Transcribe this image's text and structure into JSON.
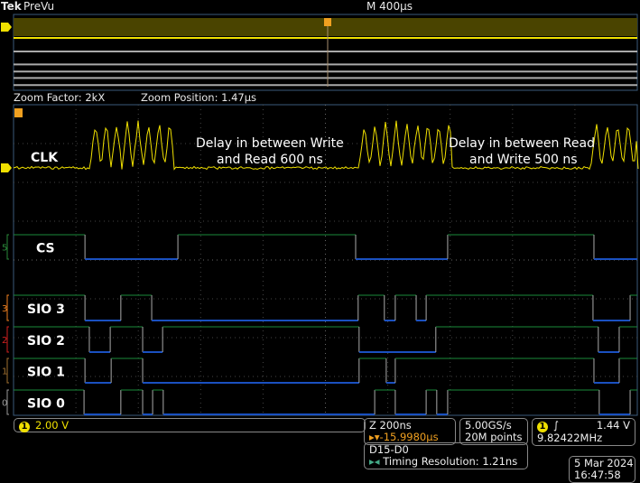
{
  "header": {
    "brand": "Tek",
    "mode": "PreVu",
    "timebase": "M 400µs"
  },
  "zoom_info": {
    "factor": "Zoom Factor: 2kX",
    "position": "Zoom Position: 1.47µs"
  },
  "status": {
    "ch1_num": "1",
    "ch1_scale": "2.00 V",
    "zoom_scale": "Z 200ns",
    "trigger_pos": "▸▾-15.9980µs",
    "sample_rate": "5.00GS/s",
    "record_length": "20M points",
    "trig_ch": "1",
    "trig_slope": "∫",
    "trig_level": "1.44 V",
    "frequency": "9.82422MHz",
    "digital_group": "D15-D0",
    "timing_resolution": "Timing Resolution: 1.21ns",
    "date": "5 Mar 2024",
    "time": "16:47:58"
  },
  "colors": {
    "ch1": "#f0e000",
    "high": "#1a8a3a",
    "low": "#1a50c0",
    "trigger": "#f0a020"
  },
  "chart_data": {
    "type": "line",
    "title": "Oscilloscope zoom view",
    "xunit": "ns",
    "xlim": [
      0,
      2000
    ],
    "time_per_div_ns": 200,
    "annotations": [
      "Delay in between Write",
      "and Read 600 ns",
      "Delay in between Read",
      "and Write 500 ns"
    ],
    "analog": {
      "name": "CLK",
      "channel": "1",
      "clock_bursts_ns": [
        [
          246,
          515
        ],
        [
          1108,
          1404
        ],
        [
          1852,
          2000
        ]
      ]
    },
    "digital": [
      {
        "name": "CS",
        "channel": "5",
        "initial": 1,
        "transitions_ns": [
          229,
          527,
          1097,
          1392,
          1861
        ]
      },
      {
        "name": "SIO 3",
        "channel": "3",
        "initial": 1,
        "transitions_ns": [
          229,
          344,
          443,
          1105,
          1189,
          1224,
          1291,
          1323,
          1858,
          1977
        ]
      },
      {
        "name": "SIO 2",
        "channel": "2",
        "initial": 1,
        "transitions_ns": [
          243,
          310,
          414,
          478,
          1108,
          1354,
          1875,
          1942
        ]
      },
      {
        "name": "SIO 1",
        "channel": "1",
        "initial": 1,
        "transitions_ns": [
          229,
          313,
          414,
          1108,
          1195,
          1224,
          1861,
          1942
        ]
      },
      {
        "name": "SIO 0",
        "channel": "0",
        "initial": 1,
        "transitions_ns": [
          226,
          344,
          414,
          446,
          480,
          1158,
          1224,
          1323,
          1357,
          1392,
          1878,
          1977
        ]
      }
    ]
  }
}
